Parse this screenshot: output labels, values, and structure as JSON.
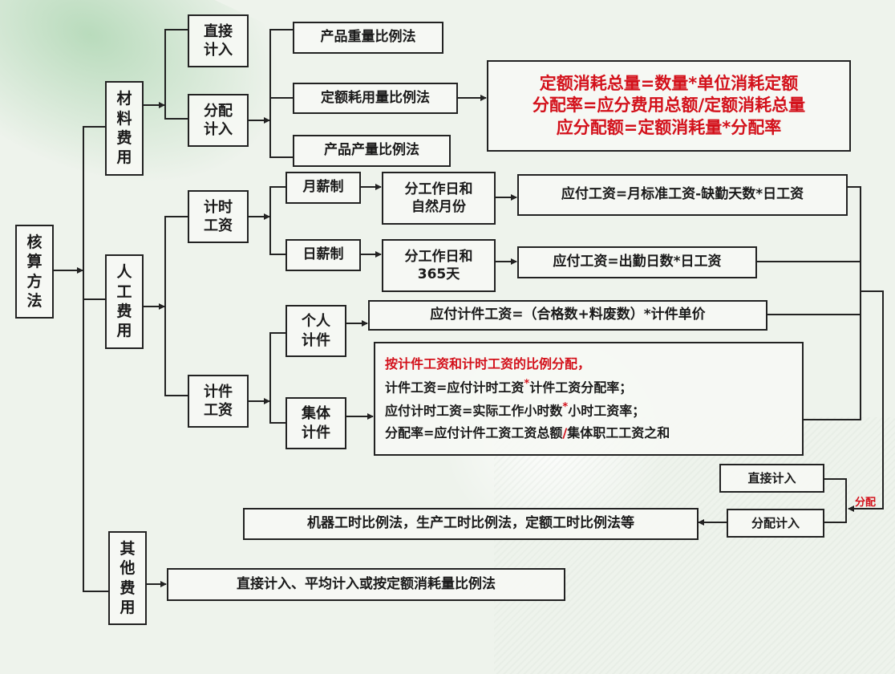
{
  "root": {
    "label": "核算方法",
    "chars": [
      "核",
      "算",
      "方",
      "法"
    ]
  },
  "categories": {
    "material": {
      "label": "材料费用",
      "chars": [
        "材",
        "料",
        "费",
        "用"
      ]
    },
    "labor": {
      "label": "人工费用",
      "chars": [
        "人",
        "工",
        "费",
        "用"
      ]
    },
    "other": {
      "label": "其他费用",
      "chars": [
        "其",
        "他",
        "费",
        "用"
      ]
    }
  },
  "material": {
    "direct": {
      "line1": "直接",
      "line2": "计入"
    },
    "allocate": {
      "line1": "分配",
      "line2": "计入"
    },
    "methods": [
      "产品重量比例法",
      "定额耗用量比例法",
      "产品产量比例法"
    ],
    "formulas": [
      "定额消耗总量=数量*单位消耗定额",
      "分配率=应分费用总额/定额消耗总量",
      "应分配额=定额消耗量*分配率"
    ]
  },
  "labor": {
    "time_wage": {
      "line1": "计时",
      "line2": "工资"
    },
    "piece_wage": {
      "line1": "计件",
      "line2": "工资"
    },
    "monthly": "月薪制",
    "daily": "日薪制",
    "monthly_basis": {
      "line1": "分工作日和",
      "line2": "自然月份"
    },
    "daily_basis": {
      "line1": "分工作日和",
      "line2": "365天"
    },
    "monthly_formula": "应付工资=月标准工资-缺勤天数*日工资",
    "daily_formula": "应付工资=出勤日数*日工资",
    "individual": {
      "line1": "个人",
      "line2": "计件"
    },
    "collective": {
      "line1": "集体",
      "line2": "计件"
    },
    "individual_formula": "应付计件工资=（合格数+料废数）*计件单价",
    "collective_text": {
      "heading": "按计件工资和计时工资的比例分配，",
      "line1_a": "计件工资=应付计时工资",
      "line1_b": "计件工资分配率；",
      "line2_a": "应付计时工资=实际工作小时数",
      "line2_b": "小时工资率；",
      "line3_a": "分配率=应付计件工资工资总额",
      "line3_sep": "/",
      "line3_b": "集体职工工资之和",
      "star": "*"
    },
    "distribution_label": "分配",
    "dist_direct": "直接计入",
    "dist_allocate": "分配计入",
    "dist_methods": "机器工时比例法，生产工时比例法，定额工时比例法等"
  },
  "other": {
    "methods": "直接计入、平均计入或按定额消耗量比例法"
  },
  "colors": {
    "line": "#222222",
    "accent_red": "#d3111b",
    "background": "#eef3ec"
  }
}
